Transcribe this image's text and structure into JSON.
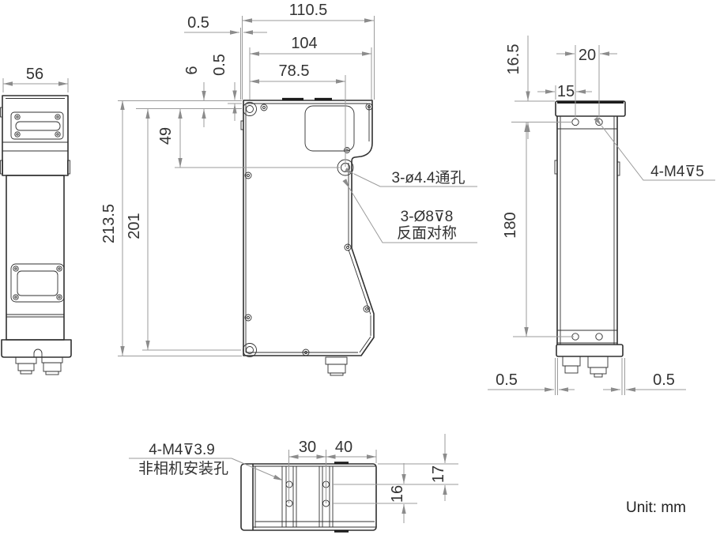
{
  "drawing": {
    "unit_note": "Unit: mm",
    "colors": {
      "outline": "#303030",
      "dimension": "#9b9b9b",
      "text": "#333333"
    },
    "views": {
      "left": {
        "dims": {
          "width": "56"
        }
      },
      "front": {
        "dims": {
          "total_width": "110.5",
          "left_offset": "0.5",
          "body_width": "104",
          "hole_offset": "78.5",
          "step_height": "6",
          "plate_thickness": "0.5",
          "hole_top_distance": "49",
          "mount_height": "201",
          "total_height": "213.5"
        },
        "callouts": {
          "through_hole": "3-ø4.4通孔",
          "counterbore_line1": "3-Ø8⊽8",
          "counterbore_line2": "反面对称"
        }
      },
      "rear": {
        "dims": {
          "top_distance": "16.5",
          "hole_pitch": "20",
          "edge_distance": "15",
          "mount_height": "180",
          "bottom_left_offset": "0.5",
          "bottom_right_offset": "0.5"
        },
        "callouts": {
          "tapped_hole": "4-M4⊽5"
        }
      },
      "bottom": {
        "dims": {
          "pitch_a": "30",
          "pitch_b": "40",
          "edge_distance": "17",
          "row_pitch": "16"
        },
        "callouts": {
          "tapped_hole": "4-M4⊽3.9",
          "note": "非相机安装孔"
        }
      }
    }
  }
}
